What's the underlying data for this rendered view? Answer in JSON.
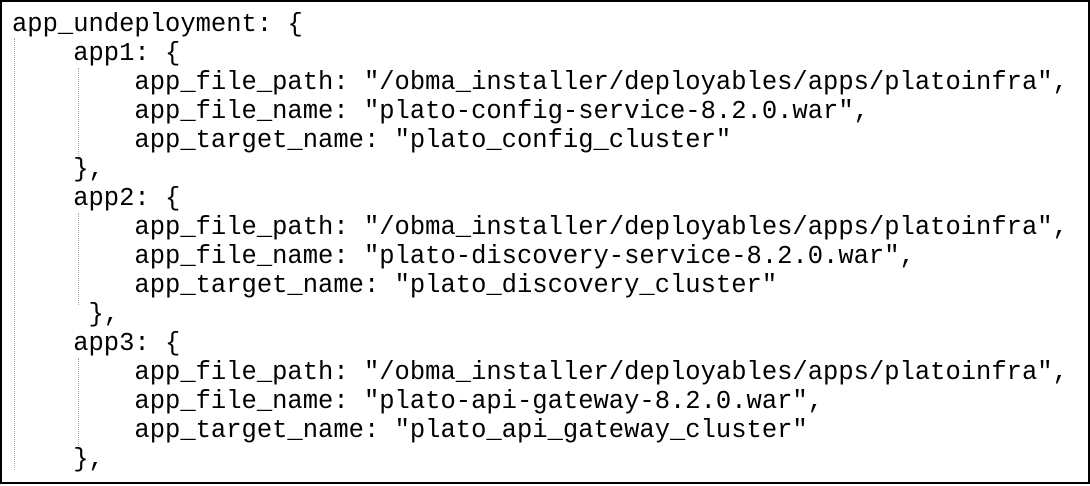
{
  "colors": {
    "key": "#000000",
    "punct": "#00009a",
    "string": "#7f7f7f",
    "guide": "#a9a9a9",
    "border": "#000000",
    "background": "#ffffff"
  },
  "code": {
    "language_hint": "javascript-object-config",
    "root_key": "app_undeployment",
    "lines": [
      {
        "indent": 0,
        "segs": [
          [
            "k",
            "app_undeployment"
          ],
          [
            "p",
            ": "
          ],
          [
            "b",
            "{"
          ]
        ]
      },
      {
        "indent": 4,
        "segs": [
          [
            "k",
            "app1"
          ],
          [
            "p",
            ": "
          ],
          [
            "b",
            "{"
          ]
        ]
      },
      {
        "indent": 8,
        "segs": [
          [
            "k",
            "app_file_path"
          ],
          [
            "p",
            ": "
          ],
          [
            "s",
            "\"/obma_installer/deployables/apps/platoinfra\""
          ],
          [
            "b",
            ","
          ]
        ]
      },
      {
        "indent": 8,
        "segs": [
          [
            "k",
            "app_file_name"
          ],
          [
            "p",
            ": "
          ],
          [
            "s",
            "\"plato-config-service-8.2.0.war\""
          ],
          [
            "b",
            ","
          ]
        ]
      },
      {
        "indent": 8,
        "segs": [
          [
            "k",
            "app_target_name"
          ],
          [
            "p",
            ": "
          ],
          [
            "s",
            "\"plato_config_cluster\""
          ]
        ]
      },
      {
        "indent": 4,
        "segs": [
          [
            "b",
            "},"
          ]
        ]
      },
      {
        "indent": 4,
        "segs": [
          [
            "k",
            "app2"
          ],
          [
            "p",
            ": "
          ],
          [
            "b",
            "{"
          ]
        ]
      },
      {
        "indent": 8,
        "segs": [
          [
            "k",
            "app_file_path"
          ],
          [
            "p",
            ": "
          ],
          [
            "s",
            "\"/obma_installer/deployables/apps/platoinfra\""
          ],
          [
            "b",
            ","
          ]
        ]
      },
      {
        "indent": 8,
        "segs": [
          [
            "k",
            "app_file_name"
          ],
          [
            "p",
            ": "
          ],
          [
            "s",
            "\"plato-discovery-service-8.2.0.war\""
          ],
          [
            "b",
            ","
          ]
        ]
      },
      {
        "indent": 8,
        "segs": [
          [
            "k",
            "app_target_name"
          ],
          [
            "p",
            ": "
          ],
          [
            "s",
            "\"plato_discovery_cluster\""
          ]
        ]
      },
      {
        "indent": 5,
        "segs": [
          [
            "b",
            "},"
          ]
        ]
      },
      {
        "indent": 4,
        "segs": [
          [
            "k",
            "app3"
          ],
          [
            "p",
            ": "
          ],
          [
            "b",
            "{"
          ]
        ]
      },
      {
        "indent": 8,
        "segs": [
          [
            "k",
            "app_file_path"
          ],
          [
            "p",
            ": "
          ],
          [
            "s",
            "\"/obma_installer/deployables/apps/platoinfra\""
          ],
          [
            "b",
            ","
          ]
        ]
      },
      {
        "indent": 8,
        "segs": [
          [
            "k",
            "app_file_name"
          ],
          [
            "p",
            ": "
          ],
          [
            "s",
            "\"plato-api-gateway-8.2.0.war\""
          ],
          [
            "b",
            ","
          ]
        ]
      },
      {
        "indent": 8,
        "segs": [
          [
            "k",
            "app_target_name"
          ],
          [
            "p",
            ": "
          ],
          [
            "s",
            "\"plato_api_gateway_cluster\""
          ]
        ]
      },
      {
        "indent": 4,
        "segs": [
          [
            "b",
            "},"
          ]
        ]
      }
    ]
  }
}
